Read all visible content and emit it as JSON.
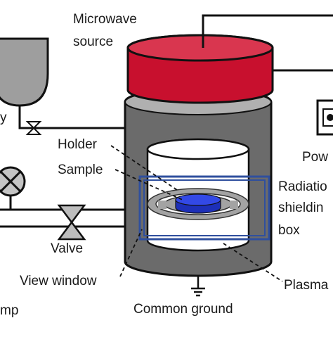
{
  "labels": {
    "microwave_source_1": "Microwave",
    "microwave_source_2": "source",
    "holder": "Holder",
    "sample": "Sample",
    "valve": "Valve",
    "view_window": "View window",
    "common_ground": "Common ground",
    "radiation_1": "Radiatio",
    "radiation_2": "shieldin",
    "radiation_3": "box",
    "power": "Pow",
    "plasma": "Plasma",
    "gas_supply_partial": "y",
    "pump_partial": "mp"
  },
  "colors": {
    "microwave_red": "#c8102e",
    "chamber_gray": "#6b6b6b",
    "chamber_top": "#b0b0b0",
    "shield_blue": "#2f4f9e",
    "sample_blue": "#2b3fd6",
    "holder_gray": "#a3a3a3",
    "tank_gray": "#9e9e9e",
    "line": "#111111"
  }
}
